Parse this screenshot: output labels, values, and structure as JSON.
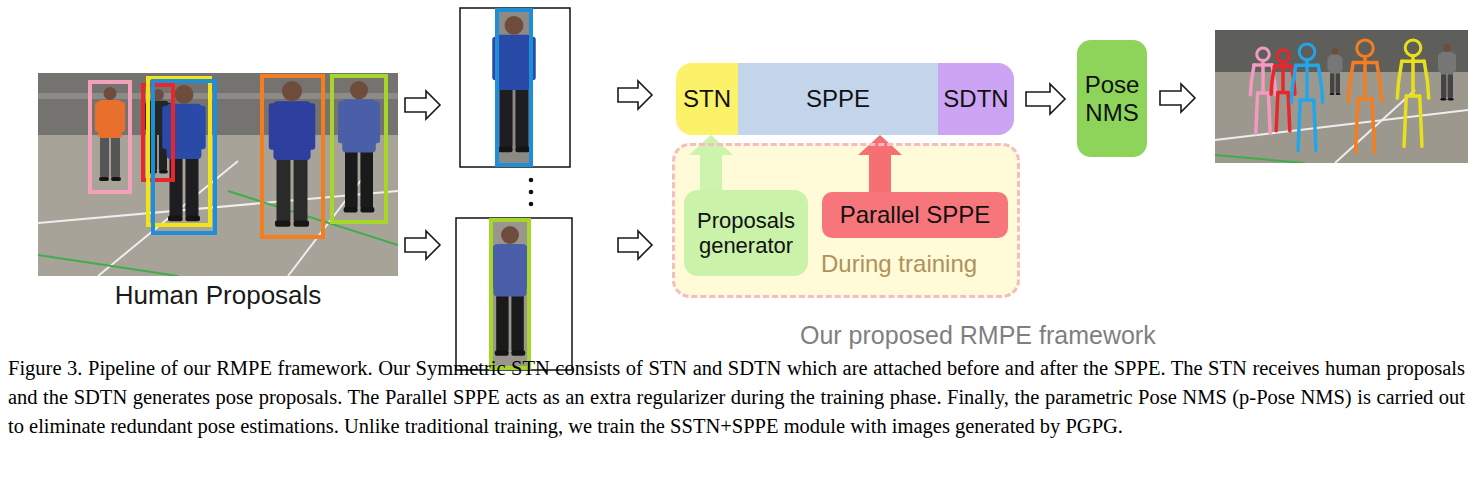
{
  "diagram": {
    "caption": "Figure 3. Pipeline of our RMPE framework. Our Symmetric STN consists of STN and SDTN which are attached before and after the SPPE. The STN receives human proposals and the SDTN generates pose proposals. The Parallel SPPE acts as an extra regularizer during the training phase. Finally, the parametric Pose NMS (p-Pose NMS) is carried out to eliminate redundant pose estimations. Unlike traditional training, we train the SSTN+SPPE module with images generated by PGPG.",
    "nodes": [
      {
        "text": [
          "Human Proposals"
        ]
      },
      {
        "text": [
          "STN"
        ]
      },
      {
        "text": [
          "SPPE"
        ]
      },
      {
        "text": [
          "SDTN"
        ]
      },
      {
        "text": [
          "During training"
        ]
      },
      {
        "text": [
          "Proposals generator"
        ],
        "in": 4
      },
      {
        "text": [
          "Parallel SPPE"
        ],
        "in": 4
      },
      {
        "text": [
          "Pose NMS"
        ]
      }
    ],
    "edges": [
      {
        "from": 5,
        "to": 1,
        "arrow": "to"
      },
      {
        "from": 6,
        "to": 2,
        "arrow": "to"
      },
      {
        "from": 3,
        "to": 7,
        "arrow": "to"
      }
    ],
    "labels": [
      "Our proposed RMPE framework"
    ]
  }
}
